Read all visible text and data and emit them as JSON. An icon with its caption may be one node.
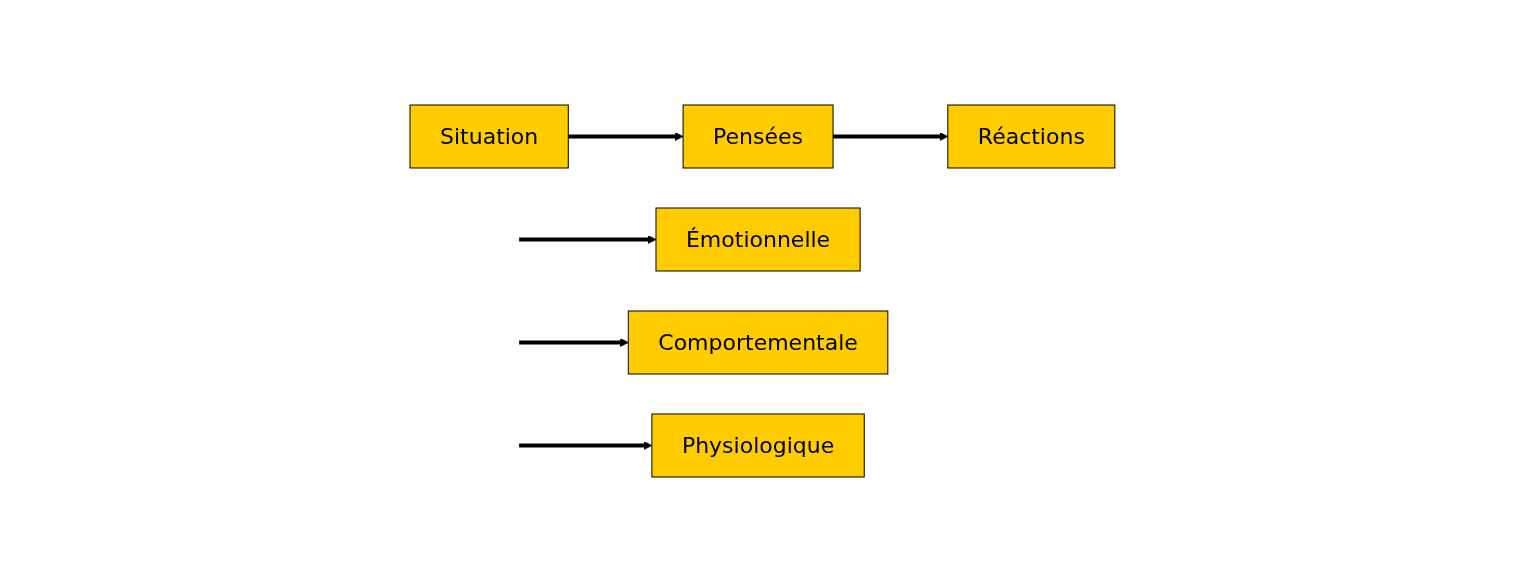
{
  "diagram": {
    "nodes": [
      {
        "text": [
          "Situation"
        ]
      },
      {
        "text": [
          "Pensées"
        ]
      },
      {
        "text": [
          "Réactions"
        ]
      },
      {
        "text": [
          "Émotionnelle"
        ]
      },
      {
        "text": [
          "Comportementale"
        ]
      },
      {
        "text": [
          "Physiologique"
        ]
      }
    ],
    "edges": [
      {
        "from": 0,
        "to": 1,
        "arrow": "to"
      },
      {
        "from": 1,
        "to": 2,
        "arrow": "to"
      },
      {
        "from": null,
        "to": 3,
        "arrow": "to"
      },
      {
        "from": null,
        "to": 4,
        "arrow": "to"
      },
      {
        "from": null,
        "to": 5,
        "arrow": "to"
      }
    ]
  }
}
